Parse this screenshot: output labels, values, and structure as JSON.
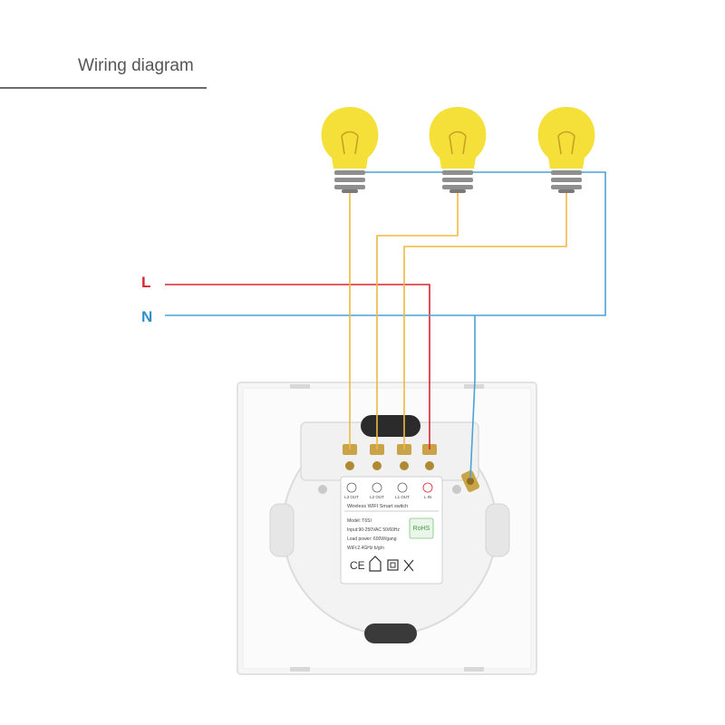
{
  "title": "Wiring diagram",
  "wires": {
    "live_label": "L",
    "neutral_label": "N",
    "live_color": "#d9252b",
    "neutral_color": "#4aa3d6",
    "load_color": "#f0b840"
  },
  "bulb_color": "#f5e03a",
  "switch": {
    "terminal_labels": [
      "L3 OUT",
      "L2 OUT",
      "L1 OUT",
      "L IN"
    ],
    "label_header": "Wireless WIFI Smart switch",
    "spec_lines": [
      "Model: T6SI",
      "Input:90-250VAC 50/60Hz",
      "Load power: 600W/gang",
      "WiFi:2.4GHz b/g/n"
    ],
    "rohs": "RoHS"
  }
}
